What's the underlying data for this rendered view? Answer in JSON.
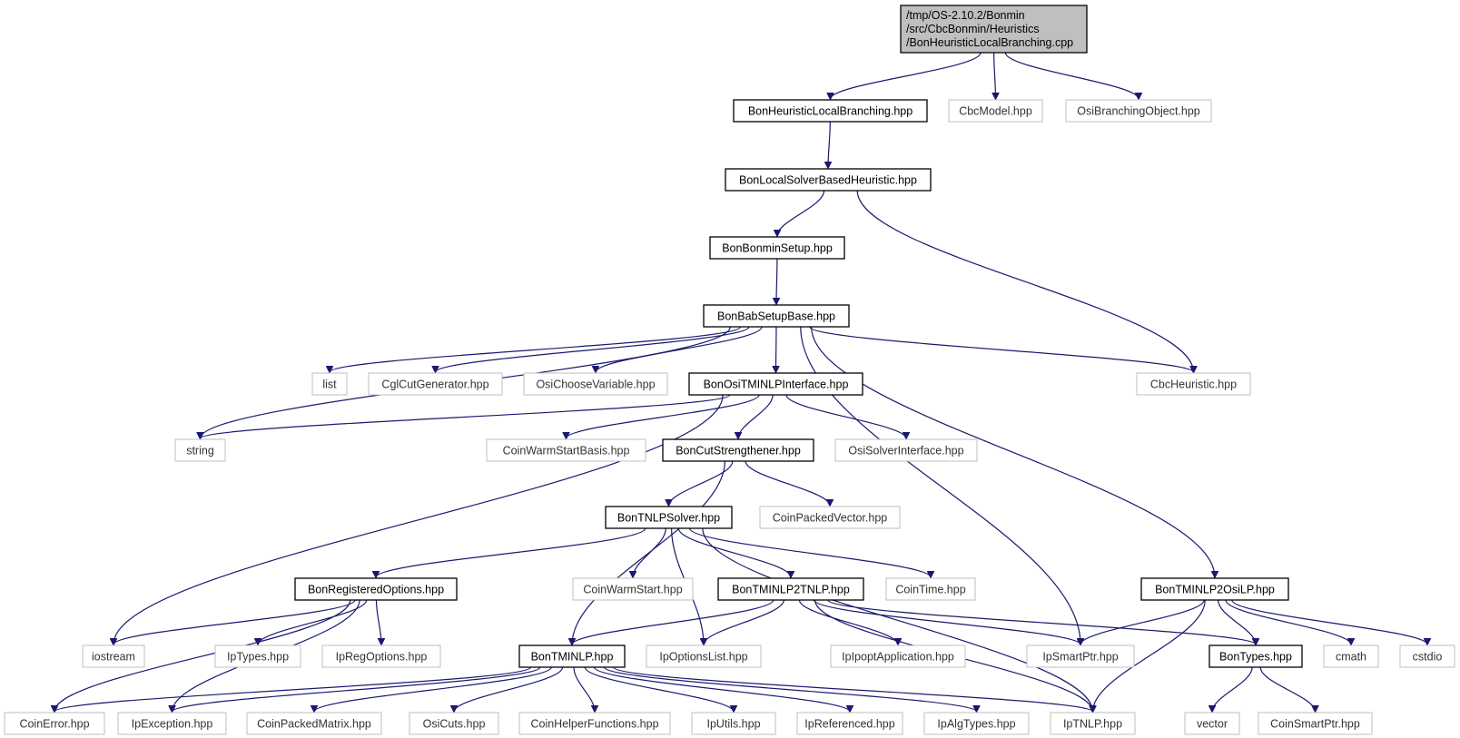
{
  "root": {
    "lines": [
      "/tmp/OS-2.10.2/Bonmin",
      "/src/CbcBonmin/Heuristics",
      "/BonHeuristicLocalBranching.cpp"
    ],
    "color": "#bfbfbf"
  },
  "colors": {
    "edge": "#191970",
    "documented_border": "#000000",
    "undocumented_border": "#bfbfbf"
  },
  "nodes": [
    {
      "id": "BonHeuristicLocalBranching",
      "label": "BonHeuristicLocalBranching.hpp",
      "kind": "main"
    },
    {
      "id": "CbcModel",
      "label": "CbcModel.hpp",
      "kind": "ext"
    },
    {
      "id": "OsiBranchingObject",
      "label": "OsiBranchingObject.hpp",
      "kind": "ext"
    },
    {
      "id": "BonLocalSolverBasedHeuristic",
      "label": "BonLocalSolverBasedHeuristic.hpp",
      "kind": "main"
    },
    {
      "id": "BonBonminSetup",
      "label": "BonBonminSetup.hpp",
      "kind": "main"
    },
    {
      "id": "BonBabSetupBase",
      "label": "BonBabSetupBase.hpp",
      "kind": "main"
    },
    {
      "id": "list",
      "label": "list",
      "kind": "ext"
    },
    {
      "id": "CglCutGenerator",
      "label": "CglCutGenerator.hpp",
      "kind": "ext"
    },
    {
      "id": "OsiChooseVariable",
      "label": "OsiChooseVariable.hpp",
      "kind": "ext"
    },
    {
      "id": "BonOsiTMINLPInterface",
      "label": "BonOsiTMINLPInterface.hpp",
      "kind": "main"
    },
    {
      "id": "CbcHeuristic",
      "label": "CbcHeuristic.hpp",
      "kind": "ext"
    },
    {
      "id": "string",
      "label": "string",
      "kind": "ext"
    },
    {
      "id": "CoinWarmStartBasis",
      "label": "CoinWarmStartBasis.hpp",
      "kind": "ext"
    },
    {
      "id": "BonCutStrengthener",
      "label": "BonCutStrengthener.hpp",
      "kind": "main"
    },
    {
      "id": "OsiSolverInterface",
      "label": "OsiSolverInterface.hpp",
      "kind": "ext"
    },
    {
      "id": "BonTNLPSolver",
      "label": "BonTNLPSolver.hpp",
      "kind": "main"
    },
    {
      "id": "CoinPackedVector",
      "label": "CoinPackedVector.hpp",
      "kind": "ext"
    },
    {
      "id": "BonRegisteredOptions",
      "label": "BonRegisteredOptions.hpp",
      "kind": "main"
    },
    {
      "id": "CoinWarmStart",
      "label": "CoinWarmStart.hpp",
      "kind": "ext"
    },
    {
      "id": "BonTMINLP2TNLP",
      "label": "BonTMINLP2TNLP.hpp",
      "kind": "main"
    },
    {
      "id": "CoinTime",
      "label": "CoinTime.hpp",
      "kind": "ext"
    },
    {
      "id": "BonTMINLP2OsiLP",
      "label": "BonTMINLP2OsiLP.hpp",
      "kind": "main"
    },
    {
      "id": "iostream",
      "label": "iostream",
      "kind": "ext"
    },
    {
      "id": "IpTypes",
      "label": "IpTypes.hpp",
      "kind": "ext"
    },
    {
      "id": "IpRegOptions",
      "label": "IpRegOptions.hpp",
      "kind": "ext"
    },
    {
      "id": "BonTMINLP",
      "label": "BonTMINLP.hpp",
      "kind": "main"
    },
    {
      "id": "IpOptionsList",
      "label": "IpOptionsList.hpp",
      "kind": "ext"
    },
    {
      "id": "IpIpoptApplication",
      "label": "IpIpoptApplication.hpp",
      "kind": "ext"
    },
    {
      "id": "IpSmartPtr",
      "label": "IpSmartPtr.hpp",
      "kind": "ext"
    },
    {
      "id": "BonTypes",
      "label": "BonTypes.hpp",
      "kind": "main"
    },
    {
      "id": "cmath",
      "label": "cmath",
      "kind": "ext"
    },
    {
      "id": "cstdio",
      "label": "cstdio",
      "kind": "ext"
    },
    {
      "id": "CoinError",
      "label": "CoinError.hpp",
      "kind": "ext"
    },
    {
      "id": "IpException",
      "label": "IpException.hpp",
      "kind": "ext"
    },
    {
      "id": "CoinPackedMatrix",
      "label": "CoinPackedMatrix.hpp",
      "kind": "ext"
    },
    {
      "id": "OsiCuts",
      "label": "OsiCuts.hpp",
      "kind": "ext"
    },
    {
      "id": "CoinHelperFunctions",
      "label": "CoinHelperFunctions.hpp",
      "kind": "ext"
    },
    {
      "id": "IpUtils",
      "label": "IpUtils.hpp",
      "kind": "ext"
    },
    {
      "id": "IpReferenced",
      "label": "IpReferenced.hpp",
      "kind": "ext"
    },
    {
      "id": "IpAlgTypes",
      "label": "IpAlgTypes.hpp",
      "kind": "ext"
    },
    {
      "id": "IpTNLP",
      "label": "IpTNLP.hpp",
      "kind": "ext"
    },
    {
      "id": "vector",
      "label": "vector",
      "kind": "ext"
    },
    {
      "id": "CoinSmartPtr",
      "label": "CoinSmartPtr.hpp",
      "kind": "ext"
    }
  ],
  "edges": [
    [
      "root",
      "BonHeuristicLocalBranching"
    ],
    [
      "root",
      "CbcModel"
    ],
    [
      "root",
      "OsiBranchingObject"
    ],
    [
      "BonHeuristicLocalBranching",
      "BonLocalSolverBasedHeuristic"
    ],
    [
      "BonLocalSolverBasedHeuristic",
      "BonBonminSetup"
    ],
    [
      "BonLocalSolverBasedHeuristic",
      "CbcHeuristic"
    ],
    [
      "BonBonminSetup",
      "BonBabSetupBase"
    ],
    [
      "BonBabSetupBase",
      "string"
    ],
    [
      "BonBabSetupBase",
      "list"
    ],
    [
      "BonBabSetupBase",
      "CglCutGenerator"
    ],
    [
      "BonBabSetupBase",
      "OsiChooseVariable"
    ],
    [
      "BonBabSetupBase",
      "BonOsiTMINLPInterface"
    ],
    [
      "BonBabSetupBase",
      "CbcHeuristic"
    ],
    [
      "BonBabSetupBase",
      "IpSmartPtr"
    ],
    [
      "BonBabSetupBase",
      "BonTMINLP2OsiLP"
    ],
    [
      "BonOsiTMINLPInterface",
      "string"
    ],
    [
      "BonOsiTMINLPInterface",
      "iostream"
    ],
    [
      "BonOsiTMINLPInterface",
      "CoinWarmStartBasis"
    ],
    [
      "BonOsiTMINLPInterface",
      "BonCutStrengthener"
    ],
    [
      "BonOsiTMINLPInterface",
      "OsiSolverInterface"
    ],
    [
      "BonCutStrengthener",
      "BonTNLPSolver"
    ],
    [
      "BonCutStrengthener",
      "CoinPackedVector"
    ],
    [
      "BonCutStrengthener",
      "BonTMINLP"
    ],
    [
      "BonTNLPSolver",
      "BonRegisteredOptions"
    ],
    [
      "BonTNLPSolver",
      "CoinWarmStart"
    ],
    [
      "BonTNLPSolver",
      "BonTMINLP2TNLP"
    ],
    [
      "BonTNLPSolver",
      "CoinTime"
    ],
    [
      "BonTNLPSolver",
      "IpOptionsList"
    ],
    [
      "BonTNLPSolver",
      "IpTNLP"
    ],
    [
      "BonRegisteredOptions",
      "iostream"
    ],
    [
      "BonRegisteredOptions",
      "IpTypes"
    ],
    [
      "BonRegisteredOptions",
      "IpRegOptions"
    ],
    [
      "BonRegisteredOptions",
      "CoinError"
    ],
    [
      "BonRegisteredOptions",
      "IpException"
    ],
    [
      "BonTMINLP2TNLP",
      "BonTMINLP"
    ],
    [
      "BonTMINLP2TNLP",
      "IpOptionsList"
    ],
    [
      "BonTMINLP2TNLP",
      "IpIpoptApplication"
    ],
    [
      "BonTMINLP2TNLP",
      "IpSmartPtr"
    ],
    [
      "BonTMINLP2TNLP",
      "BonTypes"
    ],
    [
      "BonTMINLP2TNLP",
      "IpTNLP"
    ],
    [
      "BonTMINLP2OsiLP",
      "IpSmartPtr"
    ],
    [
      "BonTMINLP2OsiLP",
      "BonTypes"
    ],
    [
      "BonTMINLP2OsiLP",
      "cmath"
    ],
    [
      "BonTMINLP2OsiLP",
      "cstdio"
    ],
    [
      "BonTMINLP2OsiLP",
      "IpTNLP"
    ],
    [
      "BonTMINLP",
      "CoinError"
    ],
    [
      "BonTMINLP",
      "IpException"
    ],
    [
      "BonTMINLP",
      "CoinPackedMatrix"
    ],
    [
      "BonTMINLP",
      "OsiCuts"
    ],
    [
      "BonTMINLP",
      "CoinHelperFunctions"
    ],
    [
      "BonTMINLP",
      "IpUtils"
    ],
    [
      "BonTMINLP",
      "IpReferenced"
    ],
    [
      "BonTMINLP",
      "IpAlgTypes"
    ],
    [
      "BonTMINLP",
      "IpTNLP"
    ],
    [
      "BonTypes",
      "vector"
    ],
    [
      "BonTypes",
      "CoinSmartPtr"
    ]
  ]
}
